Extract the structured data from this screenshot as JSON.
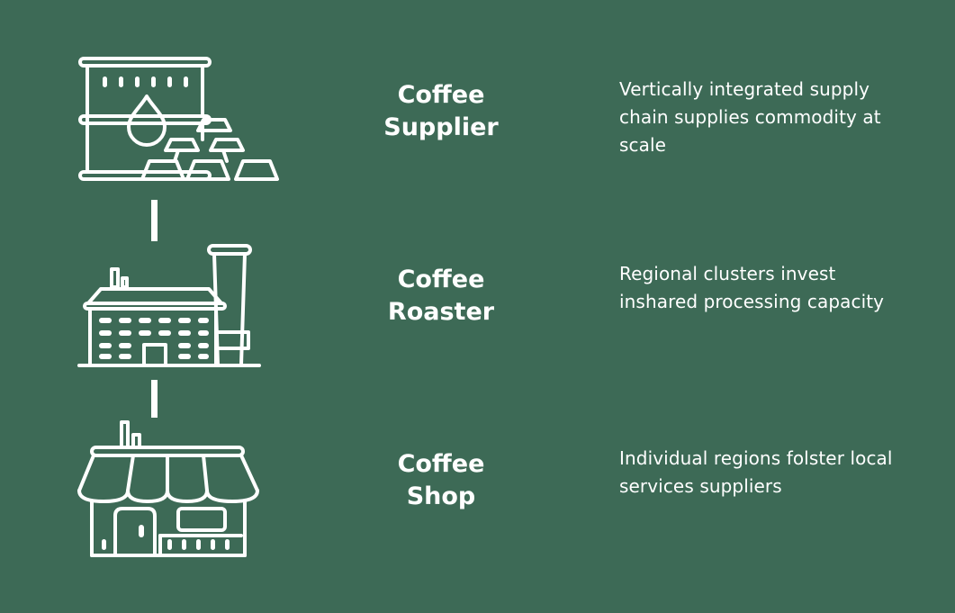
{
  "background_color": "#3d6a56",
  "foreground_color": "#ffffff",
  "stages": [
    {
      "icon": "oil-barrel-and-gold-bars-icon",
      "title_line1": "Coffee",
      "title_line2": "Supplier",
      "description": "Vertically integrated supply chain supplies commodity at scale"
    },
    {
      "icon": "factory-icon",
      "title_line1": "Coffee",
      "title_line2": "Roaster",
      "description": "Regional clusters invest inshared processing capacity"
    },
    {
      "icon": "shop-storefront-icon",
      "title_line1": "Coffee",
      "title_line2": "Shop",
      "description": "Individual regions folster local services suppliers"
    }
  ]
}
